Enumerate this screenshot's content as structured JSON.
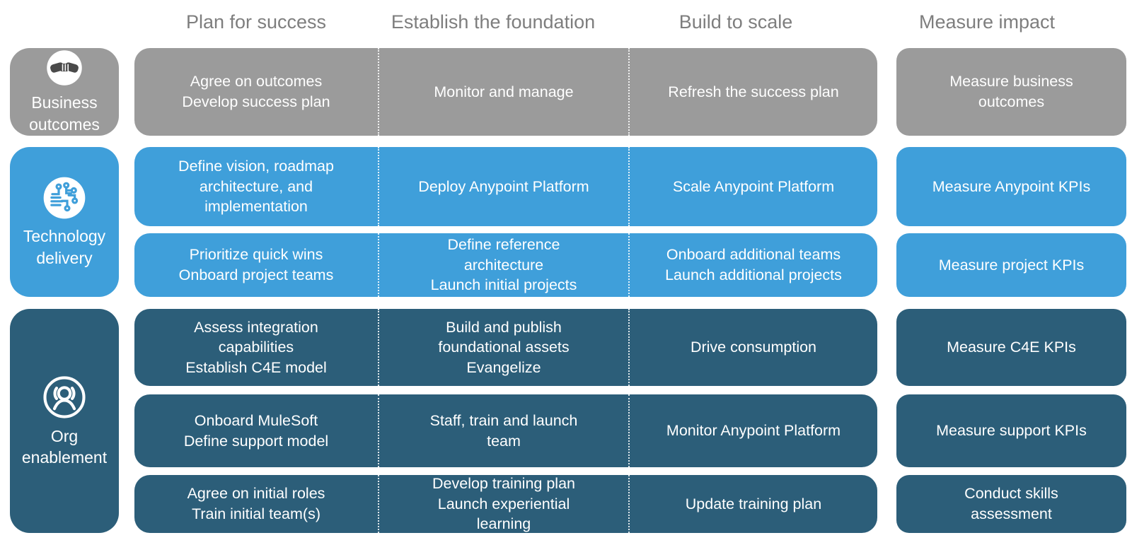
{
  "colors": {
    "gray": "#9B9B9B",
    "blue": "#3F9FDA",
    "dark": "#2C5E79",
    "heading": "#7E7E7E",
    "text": "#FFFFFF",
    "icon_ink": "#4A4A4A"
  },
  "phase_headers": [
    "Plan for success",
    "Establish the foundation",
    "Build to scale",
    "Measure impact"
  ],
  "sidebar": {
    "items": [
      {
        "label": "Business\noutcomes",
        "icon": "handshake-icon"
      },
      {
        "label": "Technology\ndelivery",
        "icon": "circuit-icon"
      },
      {
        "label": "Org\nenablement",
        "icon": "person-icon"
      }
    ]
  },
  "rows": [
    {
      "group": "business-outcomes",
      "plan": "Agree on outcomes\nDevelop success plan",
      "establish": "Monitor and manage",
      "build": "Refresh the success plan",
      "measure": "Measure business\noutcomes"
    },
    {
      "group": "technology-delivery",
      "plan": "Define vision, roadmap\narchitecture, and\nimplementation",
      "establish": "Deploy Anypoint Platform",
      "build": "Scale Anypoint Platform",
      "measure": "Measure Anypoint KPIs"
    },
    {
      "group": "technology-delivery",
      "plan": "Prioritize quick wins\nOnboard project teams",
      "establish": "Define reference\narchitecture\nLaunch initial projects",
      "build": "Onboard additional teams\nLaunch additional projects",
      "measure": "Measure project KPIs"
    },
    {
      "group": "org-enablement",
      "plan": "Assess integration\ncapabilities\nEstablish C4E model",
      "establish": "Build and publish\nfoundational assets\nEvangelize",
      "build": "Drive consumption",
      "measure": "Measure C4E KPIs"
    },
    {
      "group": "org-enablement",
      "plan": "Onboard MuleSoft\nDefine support model",
      "establish": "Staff, train and launch\nteam",
      "build": "Monitor Anypoint Platform",
      "measure": "Measure support KPIs"
    },
    {
      "group": "org-enablement",
      "plan": "Agree on initial roles\nTrain initial team(s)",
      "establish": "Develop training plan\nLaunch experiential\nlearning",
      "build": "Update training plan",
      "measure": "Conduct skills\nassessment"
    }
  ]
}
